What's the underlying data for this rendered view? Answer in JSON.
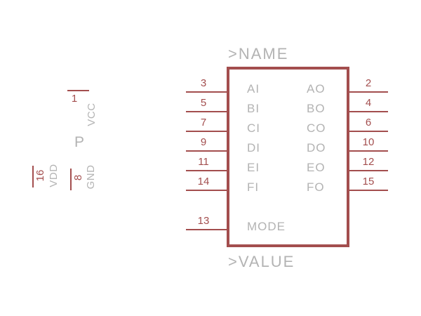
{
  "colors": {
    "symbol_red": "#a34e4e",
    "label_gray": "#b3b3b3",
    "background": "#ffffff"
  },
  "symbol": {
    "name_placeholder": ">NAME",
    "value_placeholder": ">VALUE",
    "left_pins": [
      {
        "number": "3",
        "name": "AI"
      },
      {
        "number": "5",
        "name": "BI"
      },
      {
        "number": "7",
        "name": "CI"
      },
      {
        "number": "9",
        "name": "DI"
      },
      {
        "number": "11",
        "name": "EI"
      },
      {
        "number": "14",
        "name": "FI"
      }
    ],
    "right_pins": [
      {
        "number": "2",
        "name": "AO"
      },
      {
        "number": "4",
        "name": "BO"
      },
      {
        "number": "6",
        "name": "CO"
      },
      {
        "number": "10",
        "name": "DO"
      },
      {
        "number": "12",
        "name": "EO"
      },
      {
        "number": "15",
        "name": "FO"
      }
    ],
    "mode_pin": {
      "number": "13",
      "name": "MODE"
    }
  },
  "power_symbol": {
    "gate_label": "P",
    "pins": [
      {
        "number": "1",
        "name": "VCC"
      },
      {
        "number": "16",
        "name": "VDD"
      },
      {
        "number": "8",
        "name": "GND"
      }
    ]
  }
}
